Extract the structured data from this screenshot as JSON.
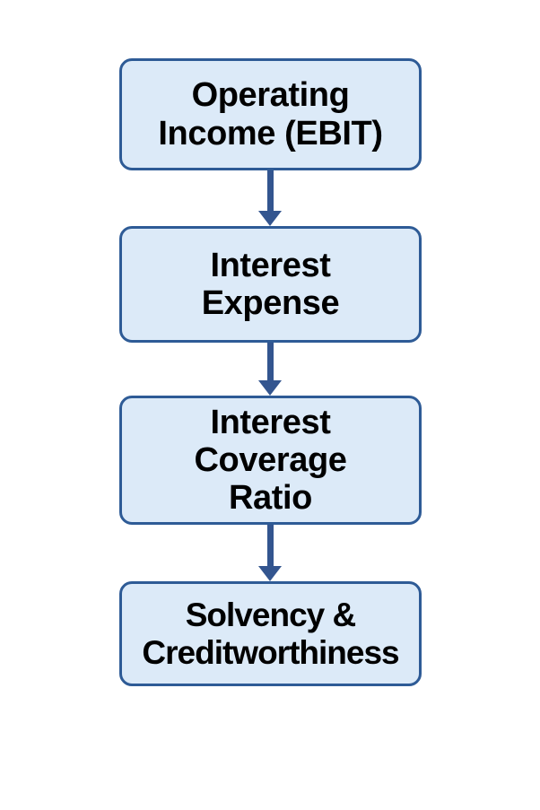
{
  "diagram": {
    "type": "flowchart",
    "orientation": "vertical",
    "background_color": "#FFFFFF",
    "node_fill_color": "#DCEAF8",
    "node_border_color": "#2E5B96",
    "connector_color": "#33558F",
    "text_color": "#000000",
    "nodes": [
      {
        "id": "operating-income",
        "label": "Operating\nIncome (EBIT)",
        "lines": [
          "Operating",
          "Income (EBIT)"
        ],
        "shape": "rounded-rectangle"
      },
      {
        "id": "interest-expense",
        "label": "Interest\nExpense",
        "lines": [
          "Interest",
          "Expense"
        ],
        "shape": "rounded-rectangle"
      },
      {
        "id": "interest-coverage-ratio",
        "label": "Interest\nCoverage\nRatio",
        "lines": [
          "Interest",
          "Coverage",
          "Ratio"
        ],
        "shape": "rounded-rectangle"
      },
      {
        "id": "solvency-creditworthiness",
        "label": "Solvency &\nCreditworthiness",
        "lines": [
          "Solvency &",
          "Creditworthiness"
        ],
        "shape": "rounded-rectangle"
      }
    ],
    "connectors": [
      {
        "id": "arrow-1",
        "from": "operating-income",
        "to": "interest-expense",
        "style": "solid-arrow-down"
      },
      {
        "id": "arrow-2",
        "from": "interest-expense",
        "to": "interest-coverage-ratio",
        "style": "solid-arrow-down"
      },
      {
        "id": "arrow-3",
        "from": "interest-coverage-ratio",
        "to": "solvency-creditworthiness",
        "style": "solid-arrow-down"
      }
    ]
  }
}
